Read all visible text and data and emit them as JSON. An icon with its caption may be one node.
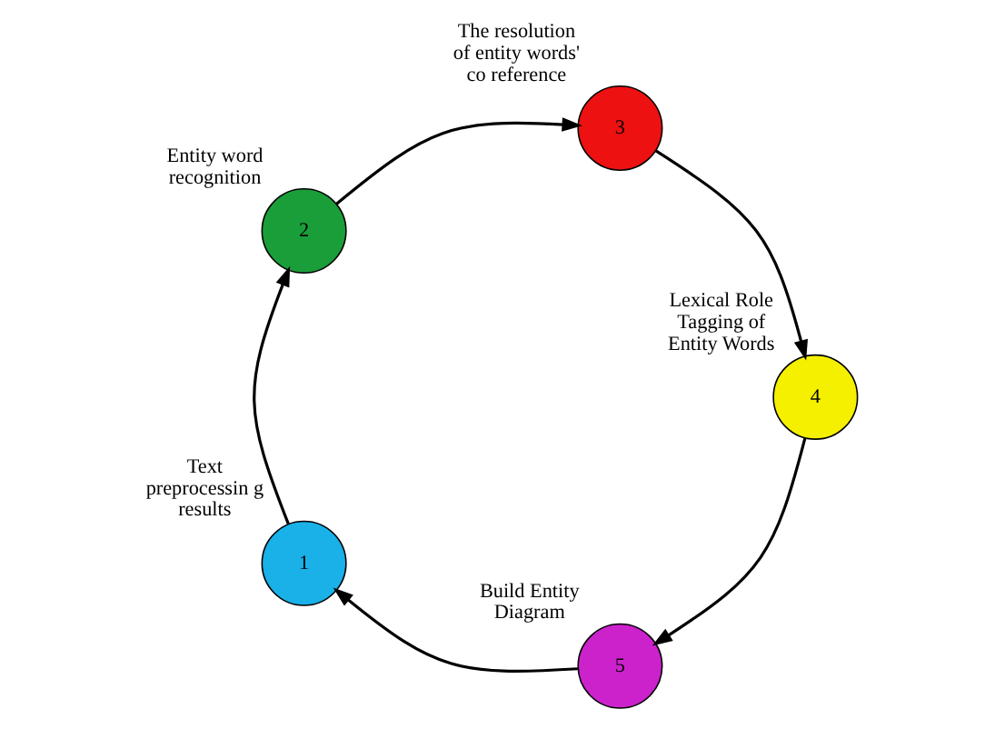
{
  "diagram": {
    "nodes": [
      {
        "text": [
          "1"
        ],
        "beside": [
          "Text preprocessin g results"
        ]
      },
      {
        "text": [
          "2"
        ],
        "beside": [
          "Entity word recognition"
        ]
      },
      {
        "text": [
          "3"
        ],
        "beside": [
          "The resolution of entity words' co reference"
        ]
      },
      {
        "text": [
          "4"
        ],
        "beside": [
          "Lexical Role Tagging of Entity Words"
        ]
      },
      {
        "text": [
          "5"
        ],
        "beside": [
          "Build Entity Diagram"
        ]
      }
    ],
    "edges": [
      {
        "from": 0,
        "to": 1,
        "arrow": "to"
      },
      {
        "from": 1,
        "to": 2,
        "arrow": "to"
      },
      {
        "from": 2,
        "to": 3,
        "arrow": "to"
      },
      {
        "from": 3,
        "to": 4,
        "arrow": "to"
      },
      {
        "from": 4,
        "to": 0,
        "arrow": "to"
      }
    ]
  }
}
